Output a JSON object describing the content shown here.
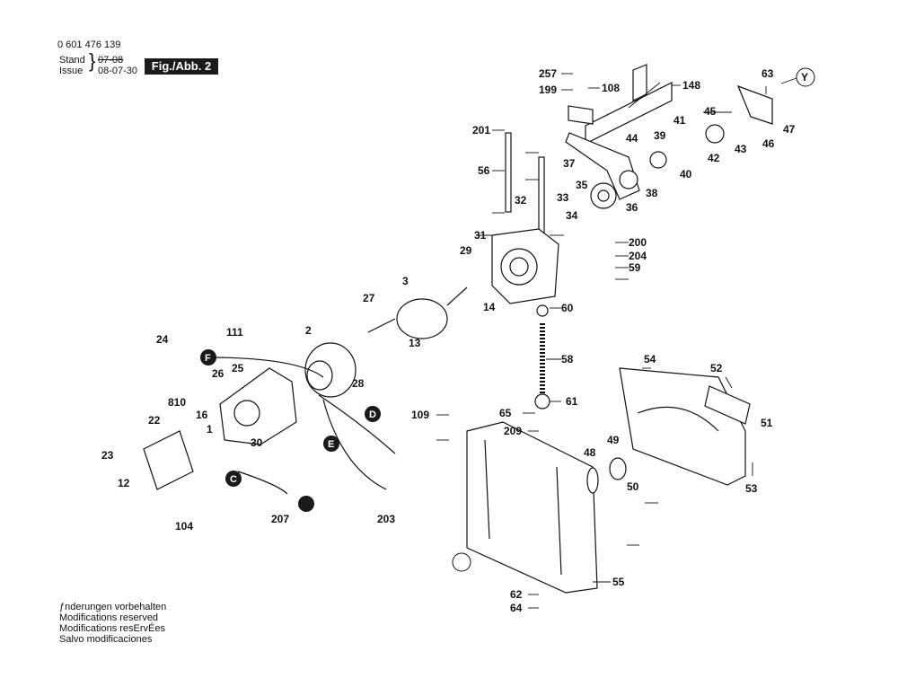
{
  "header": {
    "doc_number": "0 601 476 139",
    "stand_label": "Stand",
    "issue_label": "Issue",
    "stand_date": "07-08",
    "issue_date": "08-07-30",
    "figure_label": "Fig./Abb. 2"
  },
  "footer": {
    "lines": [
      "ƒnderungen vorbehalten",
      "Modifications reserved",
      "Modifications resErvÉes",
      "Salvo modificaciones"
    ]
  },
  "part_labels": [
    "257",
    "199",
    "108",
    "148",
    "63",
    "Y",
    "45",
    "46",
    "47",
    "41",
    "39",
    "42",
    "43",
    "44",
    "40",
    "201",
    "56",
    "37",
    "38",
    "35",
    "36",
    "33",
    "34",
    "32",
    "31",
    "200",
    "204",
    "59",
    "29",
    "14",
    "60",
    "3",
    "27",
    "13",
    "111",
    "2",
    "24",
    "F",
    "25",
    "26",
    "28",
    "810",
    "16",
    "1",
    "30",
    "58",
    "61",
    "65",
    "209",
    "54",
    "52",
    "51",
    "109",
    "D",
    "E",
    "C",
    "22",
    "23",
    "12",
    "48",
    "49",
    "50",
    "53",
    "55",
    "62",
    "64",
    "104",
    "207",
    "203"
  ],
  "callout_letters": [
    "F",
    "E",
    "D",
    "C",
    "Y"
  ],
  "colors": {
    "line": "#111111",
    "fill_dark": "#1a1a1a",
    "paper": "#ffffff"
  }
}
